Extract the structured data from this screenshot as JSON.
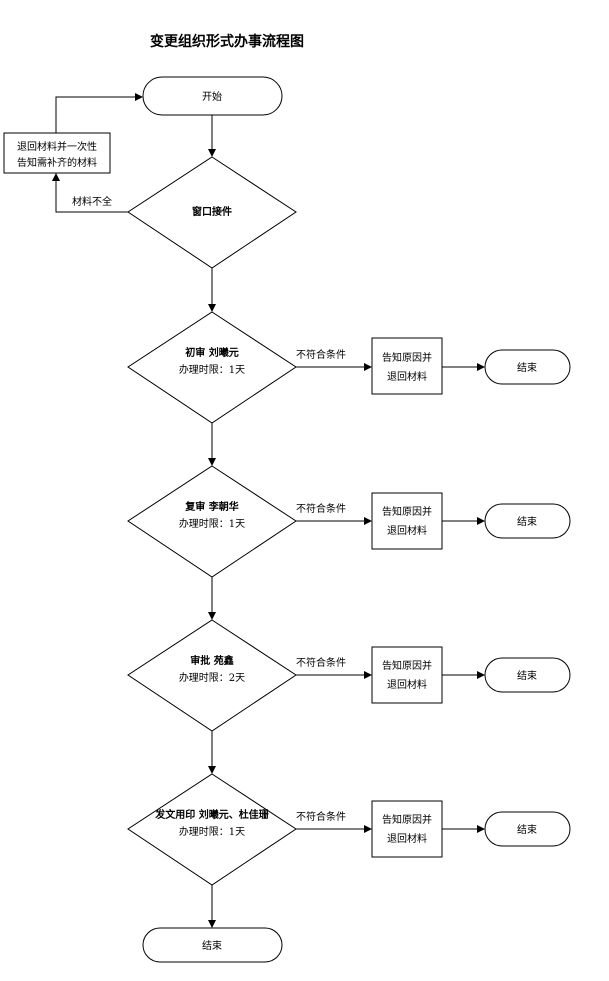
{
  "title": "变更组织形式办事流程图",
  "start": {
    "label": "开始"
  },
  "window": {
    "label": "窗口接件"
  },
  "reject_note": {
    "line1": "退回材料并一次性",
    "line2": "告知需补齐的材料"
  },
  "incomplete_label": "材料不全",
  "stages": [
    {
      "title": "初审  刘曦元",
      "limit": "办理时限：1天"
    },
    {
      "title": "复审  李朝华",
      "limit": "办理时限：1天"
    },
    {
      "title": "审批    苑鑫",
      "limit": "办理时限：2天"
    },
    {
      "title": "发文用印  刘曦元、杜佳珊",
      "limit": "办理时限：1天"
    }
  ],
  "fail_label": "不符合条件",
  "notify_box": {
    "line1": "告知原因并",
    "line2": "退回材料"
  },
  "end_label": "结束",
  "final_end": {
    "label": "结束"
  }
}
